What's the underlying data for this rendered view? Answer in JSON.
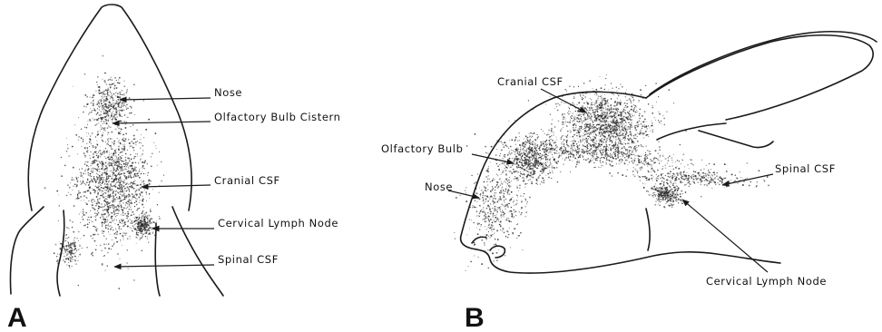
{
  "panel_a": {
    "letter": "A",
    "labels": {
      "nose": "Nose",
      "olfactory_bulb_cistern": "Olfactory Bulb Cistern",
      "cranial_csf": "Cranial CSF",
      "cervical_lymph_node": "Cervical Lymph Node",
      "spinal_csf": "Spinal CSF"
    }
  },
  "panel_b": {
    "letter": "B",
    "labels": {
      "cranial_csf": "Cranial CSF",
      "olfactory_bulb": "Olfactory Bulb",
      "nose": "Nose",
      "spinal_csf": "Spinal CSF",
      "cervical_lymph_node": "Cervical Lymph Node"
    }
  },
  "colors": {
    "ink": "#1a1a1a",
    "stipple": "#2b2b2b",
    "background": "#ffffff"
  }
}
